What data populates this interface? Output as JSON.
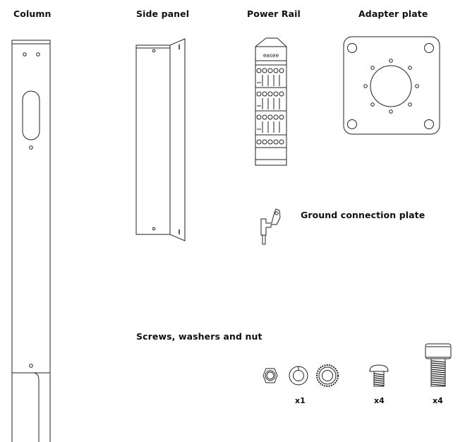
{
  "labels": {
    "column": "Column",
    "side_panel": "Side panel",
    "power_rail": "Power Rail",
    "adapter_plate": "Adapter plate",
    "ground_plate": "Ground connection plate",
    "screws": "Screws, washers and nut"
  },
  "power_rail_brand": "easee",
  "quantities": {
    "washers": "x1",
    "short_screw": "x4",
    "long_screw": "x4"
  }
}
